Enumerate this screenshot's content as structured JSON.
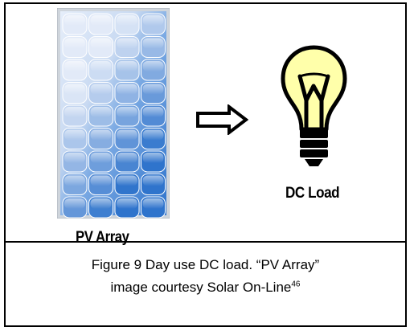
{
  "diagram": {
    "pv_array_label": "PV Array",
    "dc_load_label": "DC Load"
  },
  "caption": {
    "line1": "Figure 9  Day use DC load.  “PV Array”",
    "line2_text": "image courtesy Solar On-Line",
    "line2_ref": "46"
  },
  "colors": {
    "bulb_fill": "#ffffaa",
    "panel_blue": "#3a7fd0",
    "panel_light": "#dfe9f8",
    "panel_frame": "#bcc3cc"
  },
  "icons": {
    "pv_array": "solar-panel-icon",
    "arrow": "right-arrow-icon",
    "bulb": "light-bulb-icon"
  }
}
